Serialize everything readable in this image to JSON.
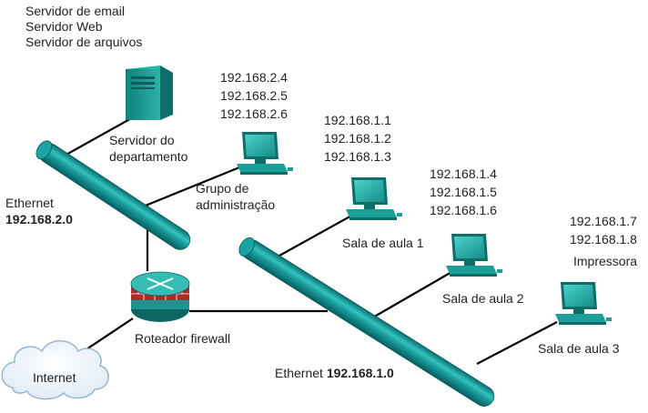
{
  "server": {
    "services": [
      "Servidor de email",
      "Servidor Web",
      "Servidor de arquivos"
    ],
    "label_lines": [
      "Servidor do",
      "departamento"
    ]
  },
  "admin_group": {
    "ips": [
      "192.168.2.4",
      "192.168.2.5",
      "192.168.2.6"
    ],
    "label_lines": [
      "Grupo de",
      "administração"
    ]
  },
  "classroom_1": {
    "ips": [
      "192.168.1.1",
      "192.168.1.2",
      "192.168.1.3"
    ],
    "label": "Sala de aula 1"
  },
  "classroom_2": {
    "ips": [
      "192.168.1.4",
      "192.168.1.5",
      "192.168.1.6"
    ],
    "label": "Sala de aula 2"
  },
  "classroom_3": {
    "ips": [
      "192.168.1.7",
      "192.168.1.8"
    ],
    "printer": "Impressora",
    "label": "Sala de aula 3"
  },
  "ethernet_2": {
    "name": "Ethernet",
    "network": "192.168.2.0"
  },
  "ethernet_1": {
    "name": "Ethernet",
    "network": "192.168.1.0"
  },
  "router": {
    "label": "Roteador firewall"
  },
  "internet": {
    "label": "Internet"
  },
  "colors": {
    "cable": "#1aa3a3",
    "cable_dark": "#0d6f70",
    "device": "#1e9e98",
    "line": "#000000"
  }
}
